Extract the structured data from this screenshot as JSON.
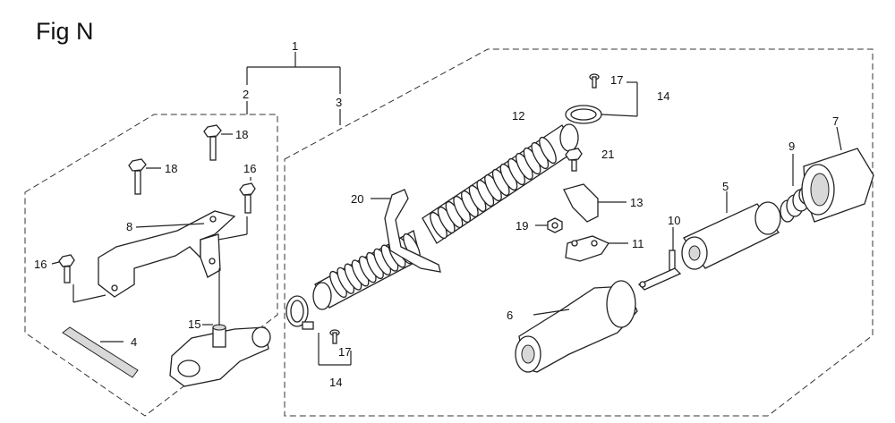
{
  "figure": {
    "title": "Fig N"
  },
  "callouts": [
    {
      "id": "c1",
      "text": "1"
    },
    {
      "id": "c2",
      "text": "2"
    },
    {
      "id": "c3",
      "text": "3"
    },
    {
      "id": "c4",
      "text": "4"
    },
    {
      "id": "c5",
      "text": "5"
    },
    {
      "id": "c6",
      "text": "6"
    },
    {
      "id": "c7",
      "text": "7"
    },
    {
      "id": "c8",
      "text": "8"
    },
    {
      "id": "c9",
      "text": "9"
    },
    {
      "id": "c10",
      "text": "10"
    },
    {
      "id": "c11",
      "text": "11"
    },
    {
      "id": "c12",
      "text": "12"
    },
    {
      "id": "c13",
      "text": "13"
    },
    {
      "id": "c14a",
      "text": "14"
    },
    {
      "id": "c14b",
      "text": "14"
    },
    {
      "id": "c15",
      "text": "15"
    },
    {
      "id": "c16a",
      "text": "16"
    },
    {
      "id": "c16b",
      "text": "16"
    },
    {
      "id": "c17a",
      "text": "17"
    },
    {
      "id": "c17b",
      "text": "17"
    },
    {
      "id": "c18a",
      "text": "18"
    },
    {
      "id": "c18b",
      "text": "18"
    },
    {
      "id": "c19",
      "text": "19"
    },
    {
      "id": "c20",
      "text": "20"
    },
    {
      "id": "c21",
      "text": "21"
    }
  ]
}
